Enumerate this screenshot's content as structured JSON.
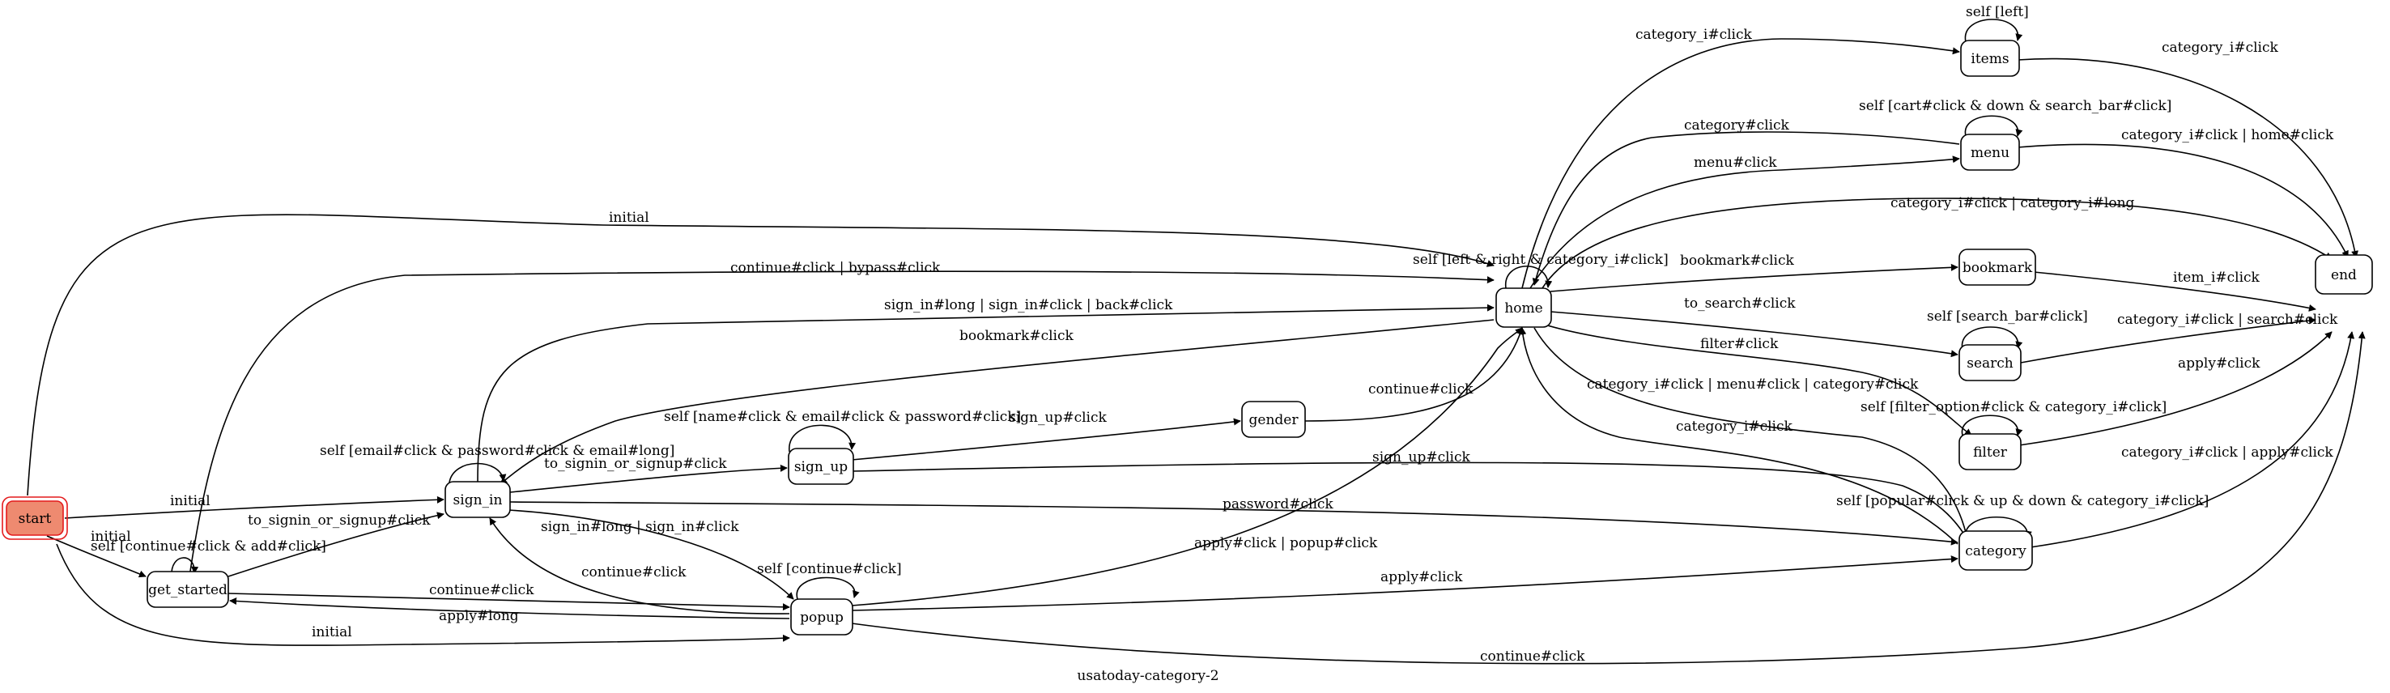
{
  "diagram": {
    "caption": "usatoday-category-2",
    "nodes": {
      "start": "start",
      "get_started": "get_started",
      "sign_in": "sign_in",
      "sign_up": "sign_up",
      "gender": "gender",
      "popup": "popup",
      "home": "home",
      "items": "items",
      "menu": "menu",
      "bookmark": "bookmark",
      "search": "search",
      "filter": "filter",
      "category": "category",
      "end": "end"
    },
    "edges": [
      {
        "from": "start",
        "to": "home",
        "label": "initial"
      },
      {
        "from": "start",
        "to": "sign_in",
        "label": "initial"
      },
      {
        "from": "start",
        "to": "get_started",
        "label": "initial"
      },
      {
        "from": "start",
        "to": "popup",
        "label": "initial"
      },
      {
        "from": "get_started",
        "to": "get_started",
        "label": "self [continue#click & add#click]"
      },
      {
        "from": "get_started",
        "to": "home",
        "label": "continue#click | bypass#click"
      },
      {
        "from": "get_started",
        "to": "sign_in",
        "label": "to_signin_or_signup#click"
      },
      {
        "from": "get_started",
        "to": "popup",
        "label": "continue#click"
      },
      {
        "from": "popup",
        "to": "get_started",
        "label": "apply#long"
      },
      {
        "from": "sign_in",
        "to": "sign_in",
        "label": "self [email#click & password#click & email#long]"
      },
      {
        "from": "sign_in",
        "to": "home",
        "label": "sign_in#long | sign_in#click | back#click"
      },
      {
        "from": "home",
        "to": "sign_in",
        "label": "bookmark#click"
      },
      {
        "from": "sign_in",
        "to": "sign_up",
        "label": "to_signin_or_signup#click"
      },
      {
        "from": "sign_in",
        "to": "popup",
        "label": "sign_in#long | sign_in#click"
      },
      {
        "from": "popup",
        "to": "sign_in",
        "label": "continue#click"
      },
      {
        "from": "sign_in",
        "to": "category",
        "label": "password#click"
      },
      {
        "from": "sign_up",
        "to": "sign_up",
        "label": "self [name#click & email#click & password#click]"
      },
      {
        "from": "sign_up",
        "to": "gender",
        "label": "sign_up#click"
      },
      {
        "from": "sign_up",
        "to": "category",
        "label": "sign_up#click"
      },
      {
        "from": "gender",
        "to": "home",
        "label": "continue#click"
      },
      {
        "from": "popup",
        "to": "popup",
        "label": "self [continue#click]"
      },
      {
        "from": "popup",
        "to": "home",
        "label": "apply#click | popup#click"
      },
      {
        "from": "popup",
        "to": "category",
        "label": "apply#click"
      },
      {
        "from": "popup",
        "to": "end",
        "label": "continue#click"
      },
      {
        "from": "home",
        "to": "home",
        "label": "self [left & right & category_i#click]"
      },
      {
        "from": "home",
        "to": "items",
        "label": "category_i#click"
      },
      {
        "from": "home",
        "to": "menu",
        "label": "menu#click"
      },
      {
        "from": "menu",
        "to": "home",
        "label": "category#click"
      },
      {
        "from": "home",
        "to": "end",
        "label": "category_i#click | category_i#long"
      },
      {
        "from": "home",
        "to": "bookmark",
        "label": "bookmark#click"
      },
      {
        "from": "home",
        "to": "search",
        "label": "to_search#click"
      },
      {
        "from": "home",
        "to": "filter",
        "label": "filter#click"
      },
      {
        "from": "home",
        "to": "category",
        "label": "category_i#click | menu#click | category#click"
      },
      {
        "from": "category",
        "to": "home",
        "label": "category_i#click"
      },
      {
        "from": "items",
        "to": "items",
        "label": "self [left]"
      },
      {
        "from": "items",
        "to": "end",
        "label": "category_i#click"
      },
      {
        "from": "menu",
        "to": "menu",
        "label": "self [cart#click & down & search_bar#click]"
      },
      {
        "from": "menu",
        "to": "end",
        "label": "category_i#click | home#click"
      },
      {
        "from": "bookmark",
        "to": "end",
        "label": "item_i#click"
      },
      {
        "from": "search",
        "to": "search",
        "label": "self [search_bar#click]"
      },
      {
        "from": "search",
        "to": "end",
        "label": "category_i#click | search#click"
      },
      {
        "from": "filter",
        "to": "filter",
        "label": "self [filter_option#click & category_i#click]"
      },
      {
        "from": "filter",
        "to": "end",
        "label": "apply#click"
      },
      {
        "from": "category",
        "to": "category",
        "label": "self [popular#click & up & down & category_i#click]"
      },
      {
        "from": "category",
        "to": "end",
        "label": "category_i#click | apply#click"
      }
    ]
  }
}
